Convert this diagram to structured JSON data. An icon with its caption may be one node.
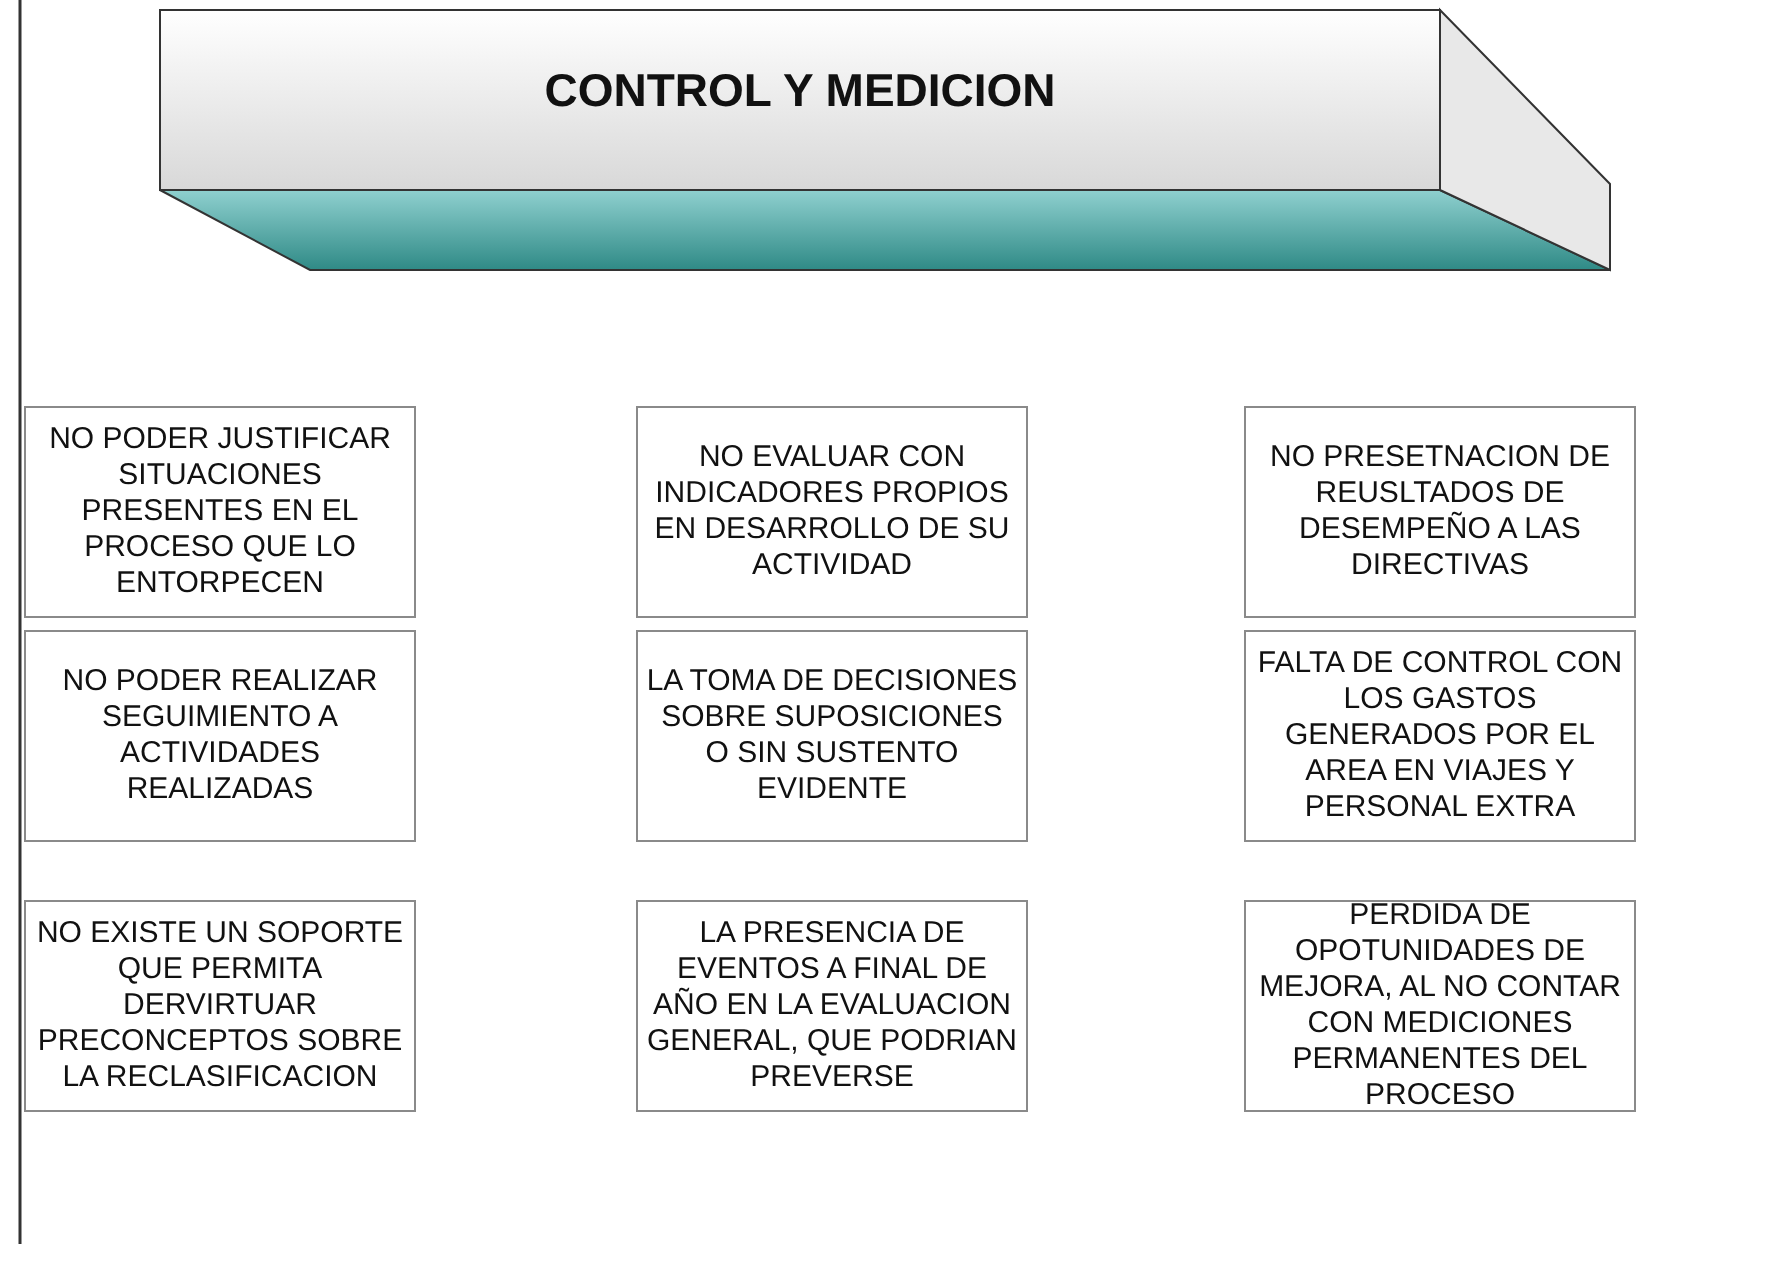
{
  "diagram": {
    "title": "CONTROL Y MEDICION",
    "nodes": [
      {
        "text": [
          "NO PODER JUSTIFICAR SITUACIONES PRESENTES EN EL PROCESO QUE LO ENTORPECEN"
        ]
      },
      {
        "text": [
          "NO EVALUAR CON INDICADORES PROPIOS EN DESARROLLO DE SU ACTIVIDAD"
        ]
      },
      {
        "text": [
          "NO PRESETNACION DE REUSLTADOS DE DESEMPEÑO A LAS DIRECTIVAS"
        ]
      },
      {
        "text": [
          "NO PODER REALIZAR SEGUIMIENTO A ACTIVIDADES REALIZADAS"
        ]
      },
      {
        "text": [
          "LA TOMA DE DECISIONES SOBRE SUPOSICIONES O SIN SUSTENTO EVIDENTE"
        ]
      },
      {
        "text": [
          "FALTA DE CONTROL CON LOS GASTOS GENERADOS POR EL AREA EN VIAJES Y PERSONAL EXTRA"
        ]
      },
      {
        "text": [
          "NO EXISTE UN SOPORTE QUE PERMITA DERVIRTUAR PRECONCEPTOS SOBRE LA RECLASIFICACION"
        ]
      },
      {
        "text": [
          "LA PRESENCIA DE EVENTOS A FINAL DE AÑO EN LA EVALUACION GENERAL, QUE PODRIAN PREVERSE"
        ]
      },
      {
        "text": [
          "PERDIDA DE OPOTUNIDADES DE MEJORA, AL NO CONTAR CON MEDICIONES PERMANENTES DEL PROCESO"
        ]
      }
    ],
    "edges": []
  }
}
